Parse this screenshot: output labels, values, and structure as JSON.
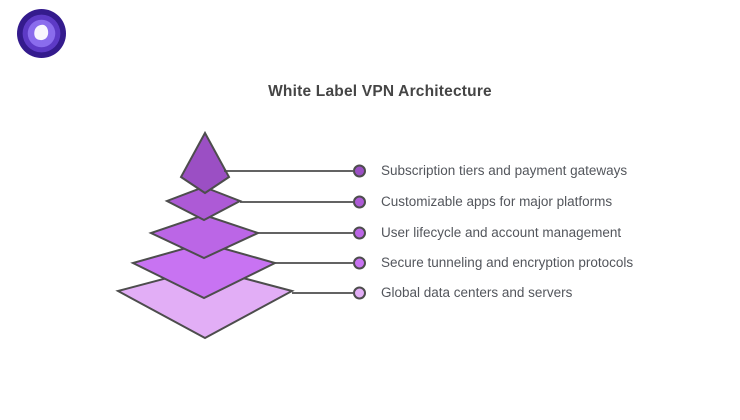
{
  "page": {
    "background_color": "#ffffff",
    "title": "White Label VPN Architecture",
    "title_color": "#454545"
  },
  "logo": {
    "name": "vpn-brand-logo",
    "outer_ring_color": "#341b8d",
    "mid_ring_color": "#5d3ac6",
    "inner_ring_color": "#8a6ced",
    "core_color": "#f8f6fe"
  },
  "diagram": {
    "type": "pyramid",
    "outline_color": "#4d4d4d",
    "connector_color": "#4d4d4d",
    "label_color": "#53565c",
    "layers": [
      {
        "label": "Subscription tiers and payment gateways",
        "color": "#9b4fc4"
      },
      {
        "label": "Customizable apps for major platforms",
        "color": "#ad5ad6"
      },
      {
        "label": "User lifecycle and account management",
        "color": "#bb66e6"
      },
      {
        "label": "Secure tunneling and encryption protocols",
        "color": "#c873f2"
      },
      {
        "label": "Global data centers and servers",
        "color": "#e2aef6"
      }
    ]
  }
}
